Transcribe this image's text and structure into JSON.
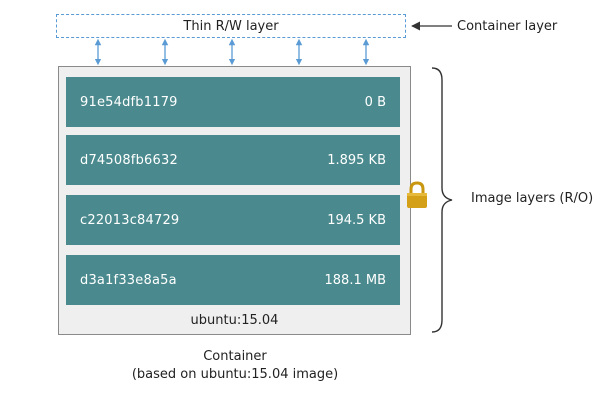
{
  "rw_layer": {
    "label": "Thin R/W layer"
  },
  "labels": {
    "container_layer": "Container layer",
    "image_layers": "Image layers (R/O)"
  },
  "layers": [
    {
      "id": "91e54dfb1179",
      "size": "0 B"
    },
    {
      "id": "d74508fb6632",
      "size": "1.895 KB"
    },
    {
      "id": "c22013c84729",
      "size": "194.5 KB"
    },
    {
      "id": "d3a1f33e8a5a",
      "size": "188.1 MB"
    }
  ],
  "image": {
    "name": "ubuntu:15.04"
  },
  "caption": {
    "line1": "Container",
    "line2": "(based on ubuntu:15.04 image)"
  },
  "colors": {
    "layer_fill": "#4a8a8e",
    "rw_border": "#5b9bd5",
    "lock": "#d4a017"
  },
  "icons": {
    "lock": "lock-icon"
  }
}
